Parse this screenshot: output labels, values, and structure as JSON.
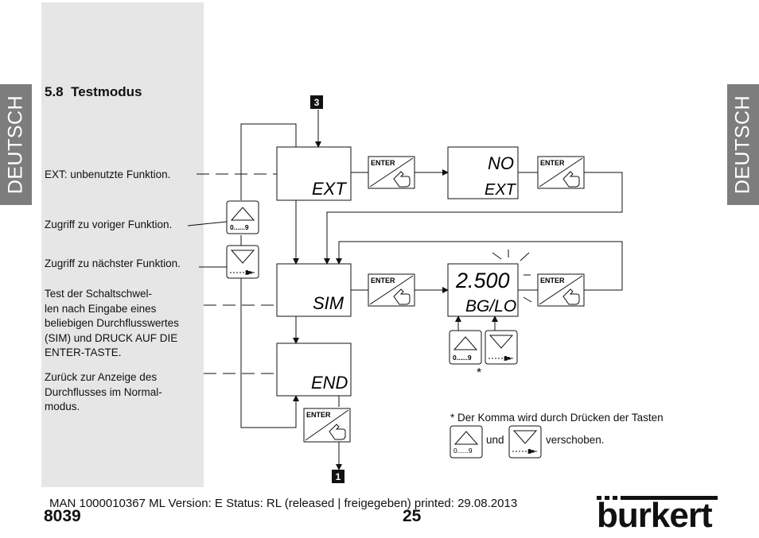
{
  "side_tabs": {
    "left": "DEUTSCH",
    "right": "DEUTSCH"
  },
  "section": {
    "number": "5.8",
    "title": "Testmodus"
  },
  "descriptions": [
    "EXT: unbenutzte Funktion.",
    "Zugriff zu voriger Funktion.",
    "Zugriff zu nächster Funktion.",
    "Test der Schaltschwel-\nlen nach Eingabe eines\nbeliebigen Durchflusswertes\n(SIM) und DRUCK AUF DIE\nENTER-TASTE.",
    "Zurück zur Anzeige des\nDurchflusses im Normal-\nmodus."
  ],
  "diagram": {
    "marker_top": "3",
    "marker_bottom": "1",
    "display_ext": "EXT",
    "display_sim": "SIM",
    "display_end": "END",
    "display_no_line1": "NO",
    "display_no_line2": "EXT",
    "display_value": "2.500",
    "display_value_unit": "BG/LO",
    "enter_label": "ENTER",
    "key_up_label": "0......9",
    "asterisk": "*"
  },
  "footnote": {
    "line1": "* Der Komma wird durch Drücken der Tasten",
    "und": "und",
    "end": "verschoben."
  },
  "footer": {
    "meta": "MAN  1000010367  ML  Version: E Status: RL (released | freigegeben)  printed: 29.08.2013",
    "doc_number": "8039",
    "page_number": "25",
    "brand": "burkert"
  },
  "colors": {
    "side_tab": "#7d7d7d",
    "panel": "#e6e6e6"
  }
}
